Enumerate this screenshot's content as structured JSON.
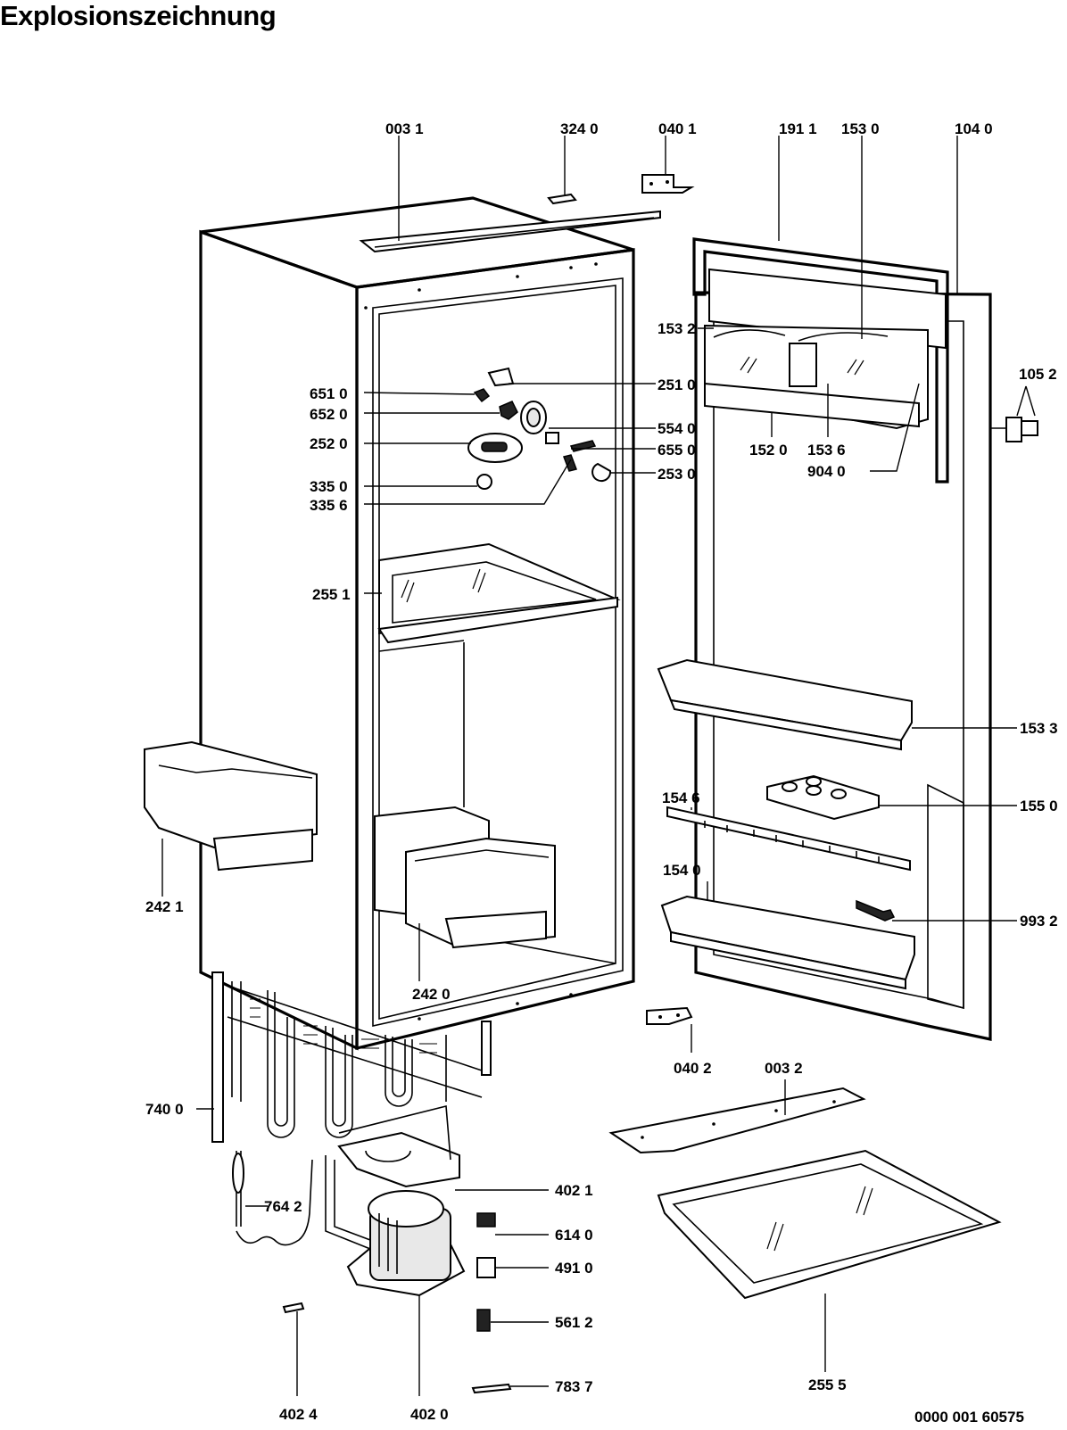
{
  "title": "Explosionszeichnung",
  "drawing_number": "0000 001 60575",
  "labels": [
    {
      "id": "003-1",
      "text": "003 1"
    },
    {
      "id": "324-0",
      "text": "324 0"
    },
    {
      "id": "040-1",
      "text": "040 1"
    },
    {
      "id": "191-1",
      "text": "191 1"
    },
    {
      "id": "153-0",
      "text": "153 0"
    },
    {
      "id": "104-0",
      "text": "104 0"
    },
    {
      "id": "153-2",
      "text": "153 2"
    },
    {
      "id": "105-2",
      "text": "105 2"
    },
    {
      "id": "651-0",
      "text": "651 0"
    },
    {
      "id": "251-0",
      "text": "251 0"
    },
    {
      "id": "652-0",
      "text": "652 0"
    },
    {
      "id": "554-0",
      "text": "554 0"
    },
    {
      "id": "252-0",
      "text": "252 0"
    },
    {
      "id": "655-0",
      "text": "655 0"
    },
    {
      "id": "152-0",
      "text": "152 0"
    },
    {
      "id": "153-6",
      "text": "153 6"
    },
    {
      "id": "253-0",
      "text": "253 0"
    },
    {
      "id": "904-0",
      "text": "904 0"
    },
    {
      "id": "335-0",
      "text": "335 0"
    },
    {
      "id": "335-6",
      "text": "335 6"
    },
    {
      "id": "255-1",
      "text": "255 1"
    },
    {
      "id": "153-3",
      "text": "153 3"
    },
    {
      "id": "154-6",
      "text": "154 6"
    },
    {
      "id": "155-0",
      "text": "155 0"
    },
    {
      "id": "154-0",
      "text": "154 0"
    },
    {
      "id": "993-2",
      "text": "993 2"
    },
    {
      "id": "242-1",
      "text": "242 1"
    },
    {
      "id": "242-0",
      "text": "242 0"
    },
    {
      "id": "040-2",
      "text": "040 2"
    },
    {
      "id": "003-2",
      "text": "003 2"
    },
    {
      "id": "740-0",
      "text": "740 0"
    },
    {
      "id": "402-1",
      "text": "402 1"
    },
    {
      "id": "764-2",
      "text": "764 2"
    },
    {
      "id": "614-0",
      "text": "614 0"
    },
    {
      "id": "491-0",
      "text": "491 0"
    },
    {
      "id": "561-2",
      "text": "561 2"
    },
    {
      "id": "255-5",
      "text": "255 5"
    },
    {
      "id": "402-4",
      "text": "402 4"
    },
    {
      "id": "402-0",
      "text": "402 0"
    },
    {
      "id": "783-7",
      "text": "783 7"
    }
  ]
}
